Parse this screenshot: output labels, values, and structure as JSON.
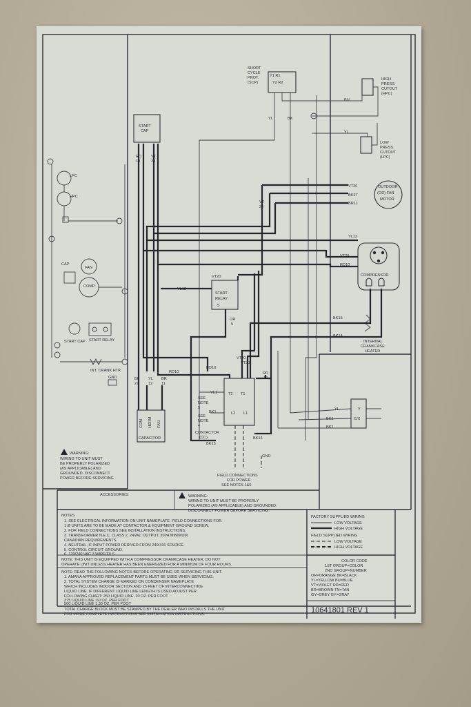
{
  "labels": {
    "scpt_title": [
      "SHORT",
      "CYCLE",
      "PROT.",
      "(SCP)"
    ],
    "scpt_terminals": "Y1  R1",
    "scpt_terminals2": "Y2  R2",
    "hpc": [
      "HIGH",
      "PRESS.",
      "CUTOUT",
      "(HPC)"
    ],
    "lpc": [
      "LOW",
      "PRESS.",
      "CUTOUT",
      "(LPC)"
    ],
    "wire_bu": "BU",
    "wire_yl": "YL",
    "wire_yl_top": "YL",
    "wire_bk_top": "BK",
    "start_cap": [
      "START",
      "CAP"
    ],
    "start_cap_wires": [
      "RD",
      "10",
      "VT",
      "20"
    ],
    "outdoor_fan_motor": [
      "OUTDOOR",
      "(OD) FAN",
      "MOTOR"
    ],
    "fan_wires": [
      "VT20",
      "BK27",
      "BR11"
    ],
    "vt20_label": [
      "VT",
      "20"
    ],
    "compressor": "COMPRESSOR",
    "comp_wires": [
      "YL12",
      "VT20",
      "RD10"
    ],
    "start_relay": [
      "START",
      "RELAY"
    ],
    "relay_wires": [
      "VT20",
      "YL12"
    ],
    "relay_num": "5",
    "bk15": "BK15",
    "bk14": "BK14",
    "internal_heater": [
      "INTERNAL",
      "CRANKCASE",
      "HEATER"
    ],
    "or5": [
      "OR",
      "5"
    ],
    "vt20_a": "VT20",
    "vt20_b": "VT20",
    "rd10_a": "RD10",
    "rd10_b": "RD10",
    "rd10_c": [
      "RD",
      "10"
    ],
    "cap_wires": [
      "BK",
      "27",
      "YL",
      "12",
      "BR",
      "11"
    ],
    "cap_terms": [
      "COM",
      "HERM",
      "FAN"
    ],
    "capacitor": "CAPACITOR",
    "contactor_terms": [
      "T2",
      "T1",
      "L2",
      "L1"
    ],
    "see_note5": [
      "SEE",
      "NOTE",
      "5"
    ],
    "see_note4": [
      "SEE",
      "NOTE",
      "4"
    ],
    "contactor": [
      "CONTACTOR",
      "(CC)"
    ],
    "yl1": "YL1",
    "bk1": "BK1",
    "bk14_b": "BK14",
    "bk15_b": "BK15",
    "gnd": "GND",
    "field_conn": [
      "FIELD CONNECTIONS",
      "FOR POWER",
      "SEE NOTES 1&6"
    ],
    "ctrl_wires": [
      "YL",
      "BK1",
      "BK1"
    ],
    "ctrl_terms": [
      "Y",
      "C/X"
    ],
    "left_warning": [
      "WARNING:",
      "WIRING TO UNIT MUST",
      "BE PROPERLY POLARIZED",
      "(AS APPLICABLE) AND",
      "GROUNDED. DISCONNECT",
      "POWER BEFORE SERVICING"
    ],
    "accessories": "ACCESSORIES:",
    "center_warning": [
      "WARNING:",
      "WIRING TO UNIT MUST BE PROPERLY",
      "POLARIZED (AS APPLICABLE) AND GROUNDED.",
      "DISCONNECT POWER BEFORE SERVICING."
    ],
    "left_small": [
      "LPC",
      "HPC",
      "CAP",
      "FAN",
      "COMP",
      "START CAP",
      "START RELAY",
      "GND",
      "INT. CRANK HTR"
    ],
    "notes": [
      "NOTES",
      "1. SEE ELECTRICAL INFORMATION ON UNIT NAMEPLATE. FIELD CONNECTIONS FOR",
      "   1 Ø UNITS ARE TO BE MADE AT CONTACTOR & EQUIPMENT GROUND SCREW.",
      "2. FOR FIELD CONNECTIONS SEE INSTALLATION INSTRUCTIONS.",
      "3. TRANSFORMER N.E.C. CLASS 2, 24VAC OUTPUT, 20VA MINIMUM.",
      "CANADIAN REQUIREMENTS.",
      "4. NEUTRAL, IF INPUT POWER DERIVED FROM 240/416 SOURCE.",
      "5. CONTROL CIRCUIT GROUND.",
      "6. 120/240 VAC 3 WIRE/FILS"
    ],
    "crankcase_note": [
      "NOTE: THIS UNIT IS EQUIPPED WITH A COMPRESSOR CRANKCASE HEATER. DO NOT",
      "OPERATE UNIT UNLESS HEATER HAS BEEN ENERGIZED FOR A MINIMUM OF FOUR HOURS."
    ],
    "charge_notes": [
      "NOTE: READ THE FOLLOWING NOTES BEFORE OPERATING OR SERVICING THIS UNIT.",
      "1. AMANA APPROVED REPLACEMENT PARTS MUST BE USED WHEN SERVICING.",
      "2. TOTAL SYSTEM CHARGE IS MARKED ON CONDENSER NAMEPLATE",
      "   WHICH INCLUDES INDOOR SECTION AND 25 FEET OF INTERCONNECTING",
      "   LIQUID LINE. IF DIFFERENT LIQUID LINE LENGTH IS USED ADJUST PER",
      "   FOLLOWING CHART:        250 LIQUID LINE   .20 OZ. PER FOOT",
      "                           375 LIQUID LINE   .60 OZ. PER FOOT",
      "                           500 LIQUID LINE  1.30 OZ. PER FOOT",
      "TOTAL CHARGE BLOCK MUST BE STAMPED BY THE DEALER WHO INSTALLS THE UNIT.",
      "FOR MORE COMPLETE INSTRUCTIONS SEE INSTALLATION INSTRUCTIONS."
    ],
    "legend": [
      "FACTORY SUPPLIED WIRING",
      "LOW VOLTAGE",
      "HIGH VOLTAGE",
      "FIELD SUPPLIED WIRING",
      "LOW VOLTAGE",
      "HIGH VOLTAGE"
    ],
    "color_code": [
      "COLOR CODE",
      "1ST GROUP=COLOR",
      "2ND GROUP=NUMBER",
      "OR=ORANGE  BK=BLACK",
      "YL=YELLOW  BU=BLUE",
      "VT=VIOLET  RD=RED",
      "BR=BROWN   TN=TAN",
      "GY=GREY    GY=GRAY"
    ],
    "part_number": "10641801 REV 1"
  },
  "colors": {
    "paper": "#d9dcd5",
    "ink": "#22262b",
    "wall": "#b8b09d"
  }
}
